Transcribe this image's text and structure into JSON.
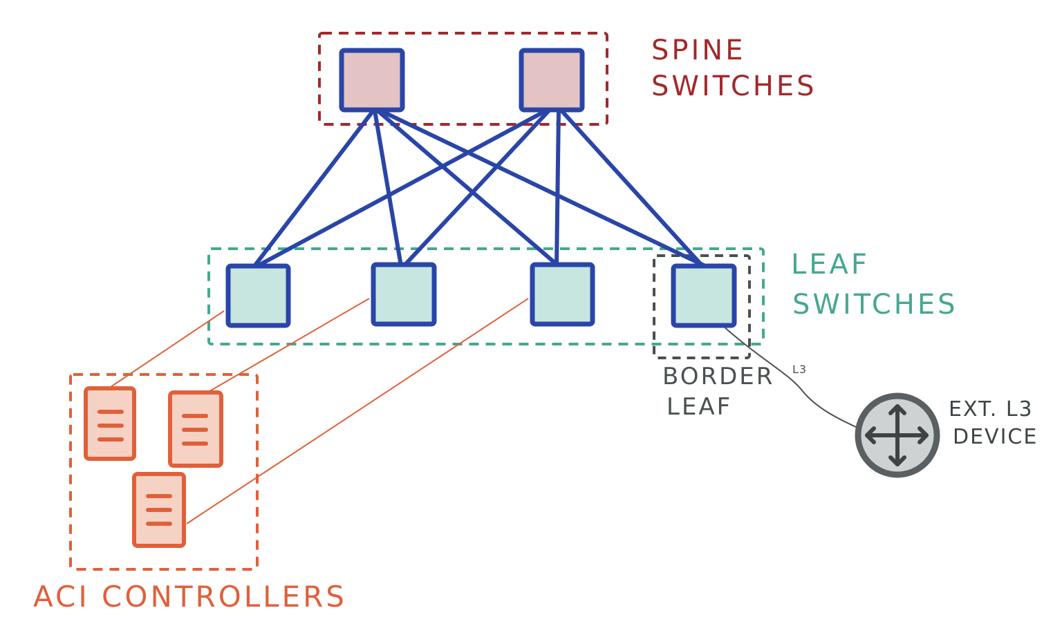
{
  "labels": {
    "spine_line1": "SPINE",
    "spine_line2": "SWITCHES",
    "leaf_line1": "LEAF",
    "leaf_line2": "SWITCHES",
    "border_line1": "BORDER",
    "border_line2": "LEAF",
    "ext_line1": "EXT. L3",
    "ext_line2": "DEVICE",
    "link_label": "L3",
    "controllers": "ACI CONTROLLERS"
  },
  "colors": {
    "spine_border": "#a3282a",
    "spine_fill": "#e3c3c3",
    "leaf_border": "#45a890",
    "leaf_fill": "#c8e6e0",
    "switch_stroke": "#2a45a8",
    "controller": "#e0603a",
    "controller_fill": "#f6d2c4",
    "border_leaf": "#4a5052",
    "router_fill": "#cfd2d2",
    "router_stroke": "#5a6062"
  },
  "icons": {
    "router": "router-arrows-icon",
    "controller": "server-lines-icon"
  }
}
